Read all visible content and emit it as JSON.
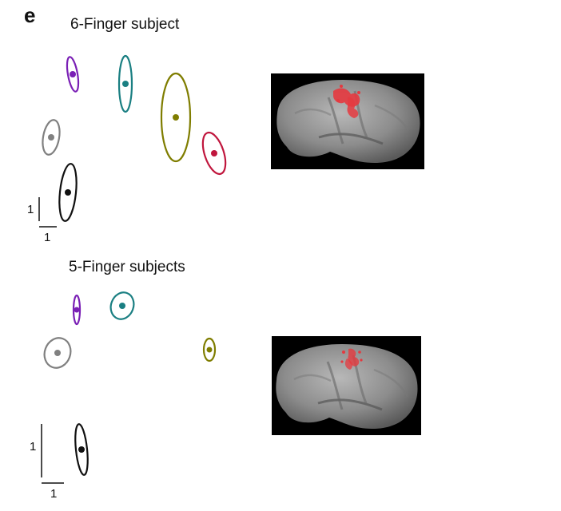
{
  "panel_letter": "e",
  "six_finger": {
    "title": "6-Finger subject",
    "scale_y_label": "1",
    "scale_x_label": "1"
  },
  "five_finger": {
    "title": "5-Finger subjects",
    "scale_y_label": "1",
    "scale_x_label": "1"
  },
  "colors": {
    "purple": "#7a1fb5",
    "teal": "#1a7f82",
    "olive": "#7f7d00",
    "crimson": "#c0163d",
    "gray": "#808080",
    "black": "#111111",
    "activation": "#e5393f"
  }
}
